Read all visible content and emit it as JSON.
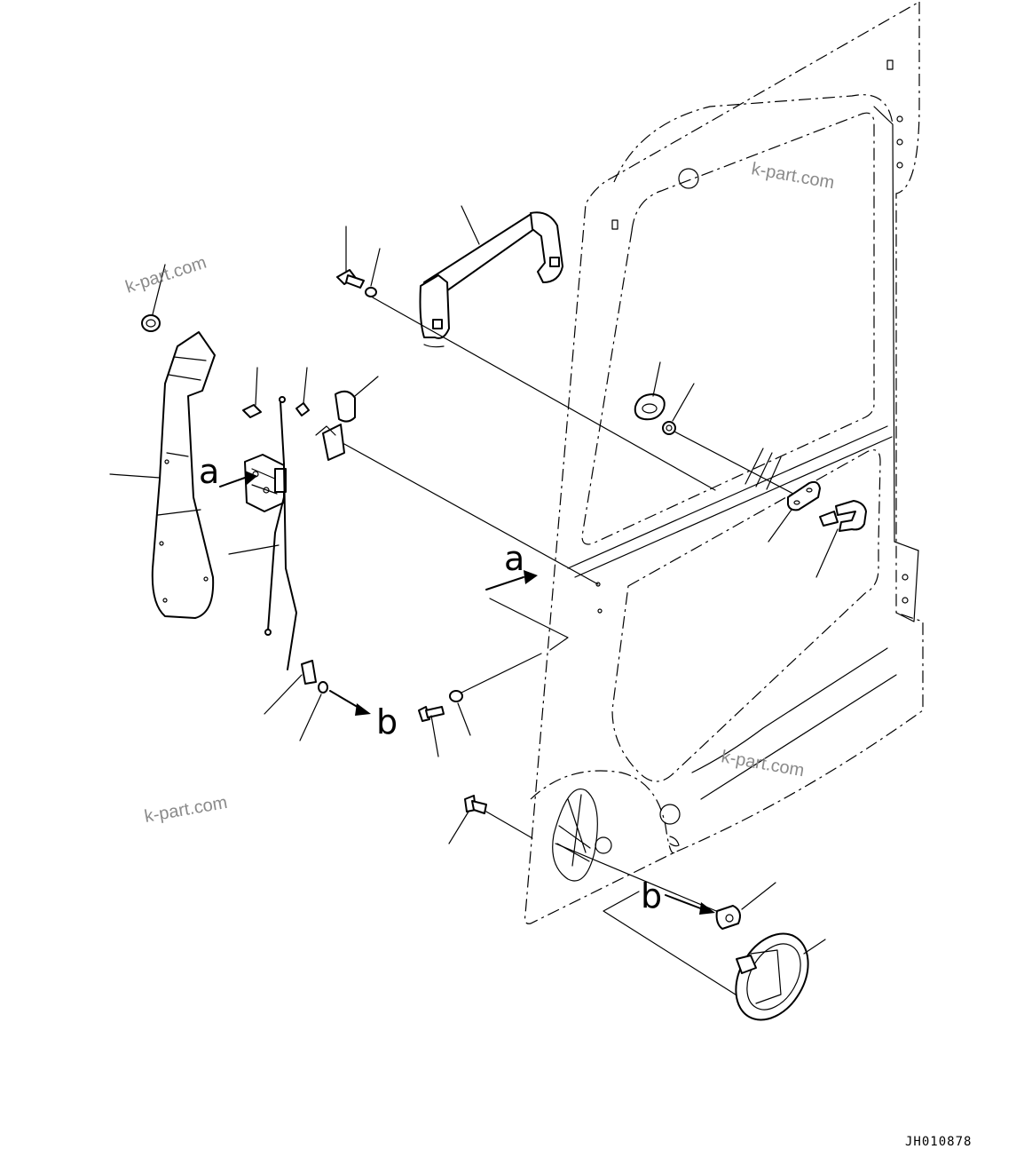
{
  "callout_letters": {
    "a_left": "a",
    "a_right": "a",
    "b_left": "b",
    "b_right": "b"
  },
  "watermark": "k-part.com",
  "drawing_code": "JH010878"
}
